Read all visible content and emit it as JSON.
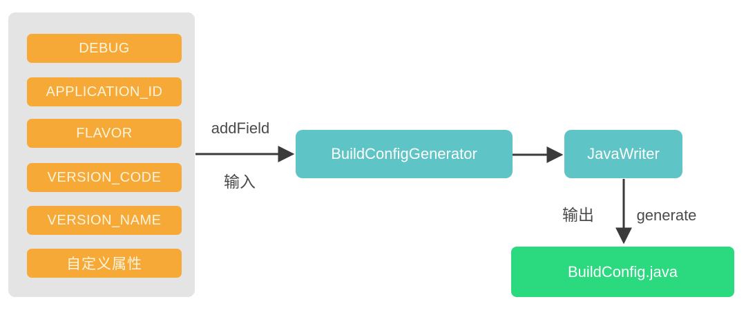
{
  "colors": {
    "background": "#ffffff",
    "panel": "#e4e4e5",
    "chip": "#f7a938",
    "chip_text": "#fcf4dc",
    "teal_node": "#5fc4c5",
    "green_node": "#2bd97f",
    "node_text": "#fdfefe",
    "label_text": "#4a4a4a",
    "arrow": "#3a3a3a"
  },
  "panel": {
    "items": [
      "DEBUG",
      "APPLICATION_ID",
      "FLAVOR",
      "VERSION_CODE",
      "VERSION_NAME",
      "自定义属性"
    ]
  },
  "nodes": {
    "generator": "BuildConfigGenerator",
    "writer": "JavaWriter",
    "output_file": "BuildConfig.java"
  },
  "edges": {
    "input_method": "addField",
    "input_cn": "输入",
    "output_cn": "输出",
    "output_method": "generate"
  }
}
